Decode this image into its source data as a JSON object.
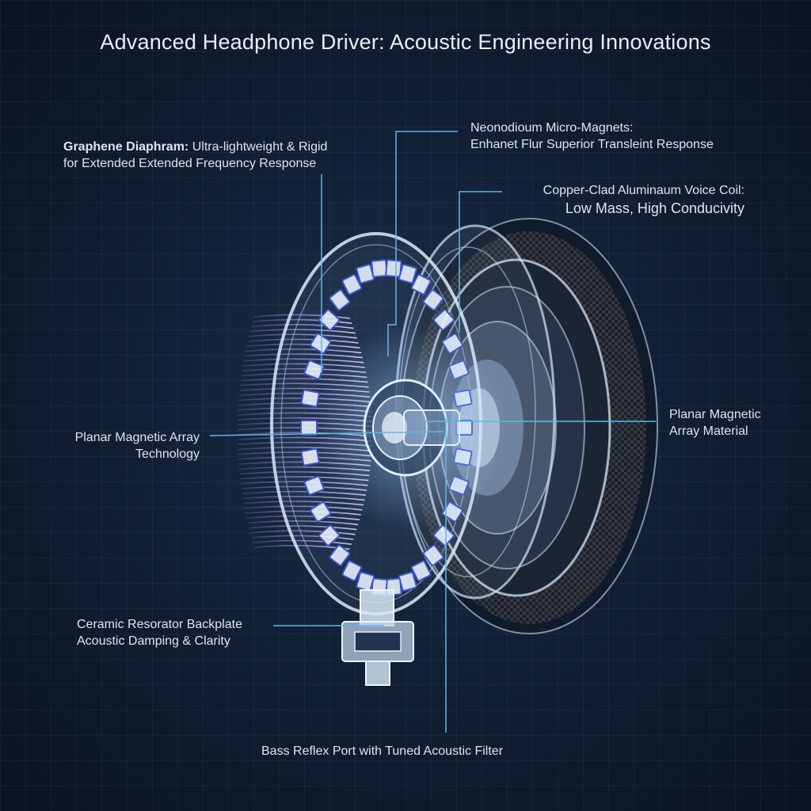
{
  "title": "Advanced Headphone Driver: Acoustic Engineering Innovations",
  "labels": {
    "graphene": {
      "line1_bold": "Graphene Diaphram:",
      "line1_rest": " Ultra-lightweight & Rigid",
      "line2": "for Extended Extended Frequency Response"
    },
    "neodymium": {
      "line1": "Neonodioum Micro-Magnets:",
      "line2": "Enhanet Flur Superior Transleint Response"
    },
    "voice_coil": {
      "line1": "Copper-Clad Aluminaum Voice Coil:",
      "line2": "Low Mass, High Conducivity"
    },
    "planar_right": {
      "line1": "Planar Magnetic",
      "line2": "Array Material"
    },
    "planar_left": {
      "line1": "Planar Magnetic Array",
      "line2": "Technology"
    },
    "ceramic": {
      "line1": "Ceramic Resorator Backplate",
      "line2": "Acoustic Damping & Clarity"
    },
    "bass_port": {
      "line1": "Bass Reflex Port with Tuned Acoustic Filter"
    }
  },
  "colors": {
    "leader": "#5fb8e8",
    "ring": "#cfe3f7",
    "magnet": "#e8f0fb",
    "magnet_edge": "#3b56c9",
    "fins": "#b79cf0",
    "carbon": "#2b2f36"
  }
}
